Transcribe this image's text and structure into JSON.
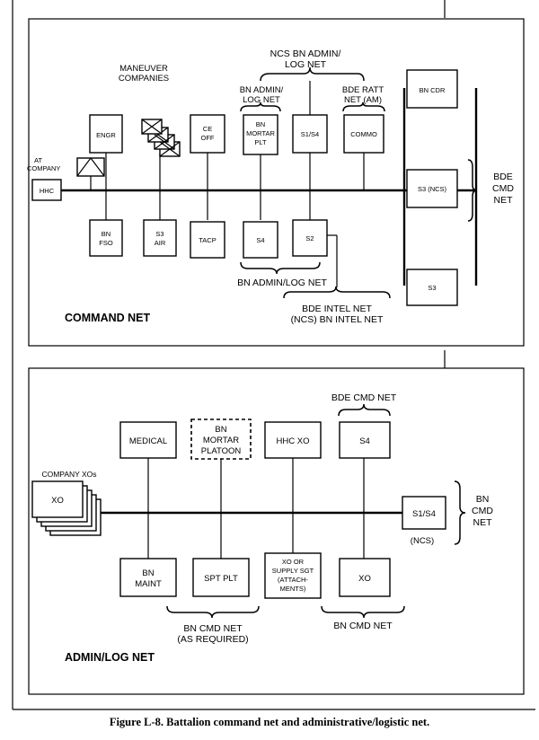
{
  "command_net": {
    "title": "COMMAND NET",
    "maneuver_companies": [
      "MANEUVER",
      "COMPANIES"
    ],
    "at_company": [
      "AT",
      "COMPANY"
    ],
    "ncs_bn_admin_log_net": [
      "NCS BN ADMIN/",
      "LOG NET"
    ],
    "bn_admin_log_net_top": [
      "BN ADMIN/",
      "LOG NET"
    ],
    "bde_ratt_net": [
      "BDE RATT",
      "NET (AM)"
    ],
    "bde_cmd_net": [
      "BDE",
      "CMD",
      "NET"
    ],
    "bn_admin_log_net_bottom": "BN ADMIN/LOG NET",
    "bde_intel_net": [
      "BDE INTEL NET",
      "(NCS) BN INTEL NET"
    ],
    "boxes": {
      "hhc": "HHC",
      "engr": "ENGR",
      "ce_off": [
        "CE",
        "OFF"
      ],
      "bn_mortar_plt": [
        "BN",
        "MORTAR",
        "PLT"
      ],
      "s1_s4": "S1/S4",
      "commo": "COMMO",
      "bn_fso": [
        "BN",
        "FSO"
      ],
      "s3_air": [
        "S3",
        "AIR"
      ],
      "tacp": "TACP",
      "s4": "S4",
      "s2": "S2",
      "bn_cdr": "BN CDR",
      "s3_ncs": "S3 (NCS)",
      "s3": "S3"
    }
  },
  "admin_log_net": {
    "title": "ADMIN/LOG NET",
    "bde_cmd_net": "BDE CMD NET",
    "company_xos": "COMPANY XOs",
    "bn_cmd_net_right": [
      "BN",
      "CMD",
      "NET"
    ],
    "ncs": "(NCS)",
    "bn_cmd_net_as_required": [
      "BN CMD NET",
      "(AS REQUIRED)"
    ],
    "bn_cmd_net_bottom_right": "BN CMD NET",
    "boxes": {
      "medical": "MEDICAL",
      "bn_mortar_platoon": [
        "BN",
        "MORTAR",
        "PLATOON"
      ],
      "hhc_xo": "HHC XO",
      "s4": "S4",
      "xo_company": "XO",
      "s1_s4": "S1/S4",
      "bn_maint": [
        "BN",
        "MAINT"
      ],
      "spt_plt": "SPT PLT",
      "xo_supply": [
        "XO OR",
        "SUPPLY SGT",
        "(ATTACH-",
        "MENTS)"
      ],
      "xo": "XO"
    }
  },
  "caption": "Figure L-8.  Battalion command net and administrative/logistic net."
}
